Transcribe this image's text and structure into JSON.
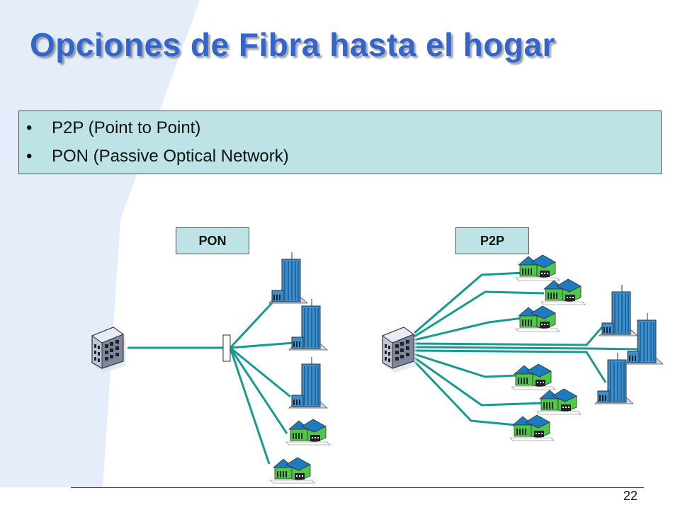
{
  "slide": {
    "title": "Opciones de Fibra hasta el hogar",
    "bullets": [
      "P2P (Point to Point)",
      "PON (Passive Optical Network)"
    ],
    "page_number": "22"
  },
  "diagram": {
    "left_label": "PON",
    "right_label": "P2P"
  },
  "colors": {
    "title": "#3366cc",
    "box_fill": "#bde3e6",
    "fiber": "#179a90",
    "house": "#4fc84a",
    "roof": "#1f7bbf",
    "building": "#3a8fd0",
    "background_shape": "#e4edf9"
  }
}
